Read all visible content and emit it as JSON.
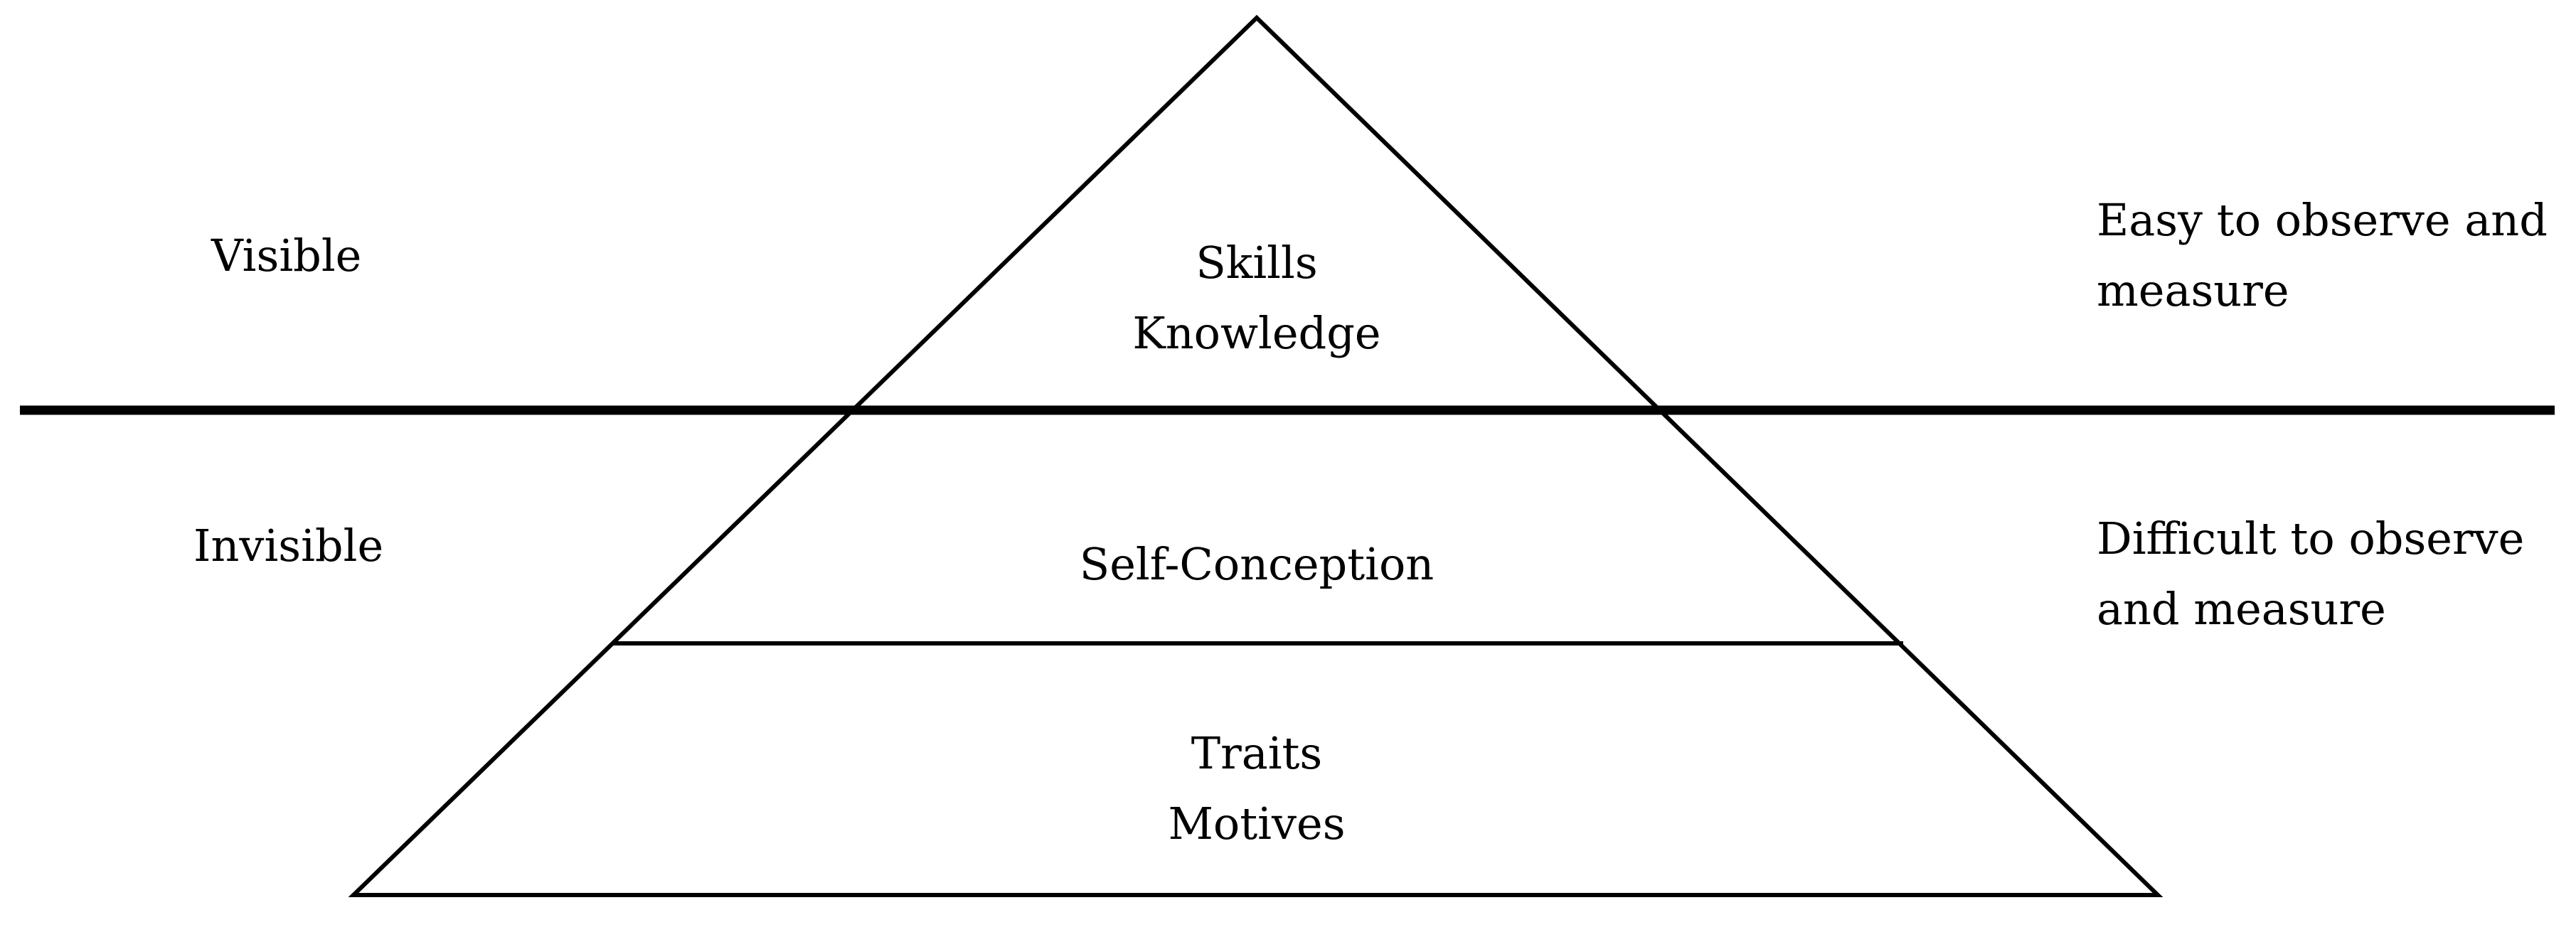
{
  "left_labels": {
    "top": "Visible",
    "bottom": "Invisible"
  },
  "pyramid": {
    "tier_top": {
      "line1": "Skills",
      "line2": "Knowledge"
    },
    "tier_middle": {
      "line1": "Self-Conception"
    },
    "tier_bottom": {
      "line1": "Traits",
      "line2": "Motives"
    }
  },
  "right_labels": {
    "top": {
      "line1": "Easy to observe and",
      "line2": "measure"
    },
    "bottom": {
      "line1": "Difficult to observe",
      "line2": "and measure"
    }
  },
  "colors": {
    "stroke": "#000000",
    "text": "#000000",
    "background": "#ffffff"
  }
}
